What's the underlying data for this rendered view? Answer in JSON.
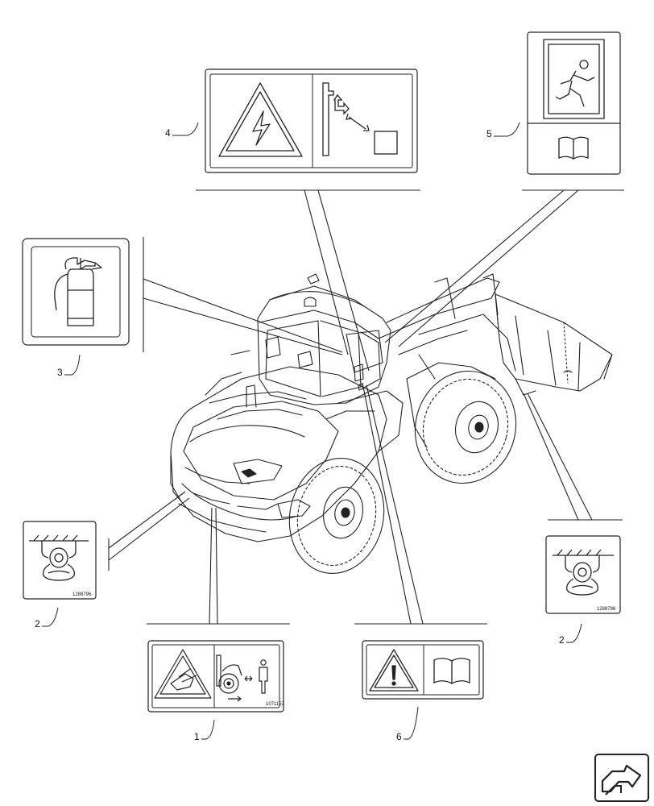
{
  "callouts": {
    "c1": "1",
    "c2_left": "2",
    "c2_right": "2",
    "c3": "3",
    "c4": "4",
    "c5": "5",
    "c6": "6"
  },
  "codes": {
    "decal2_left": "1288796",
    "decal2_right": "1288796",
    "decal1": "1071153"
  },
  "icons": {
    "decal4": [
      "high-voltage-warning-icon",
      "overhead-line-clearance-icon"
    ],
    "decal5": [
      "emergency-exit-icon",
      "operator-manual-icon"
    ],
    "decal3": [
      "fire-extinguisher-icon"
    ],
    "decal2": [
      "lifting-hook-point-icon"
    ],
    "decal1": [
      "crush-hazard-warning-icon",
      "articulation-keep-clear-icon"
    ],
    "decal6": [
      "general-warning-icon",
      "operator-manual-icon"
    ],
    "nav": "next-page-arrow-icon"
  }
}
